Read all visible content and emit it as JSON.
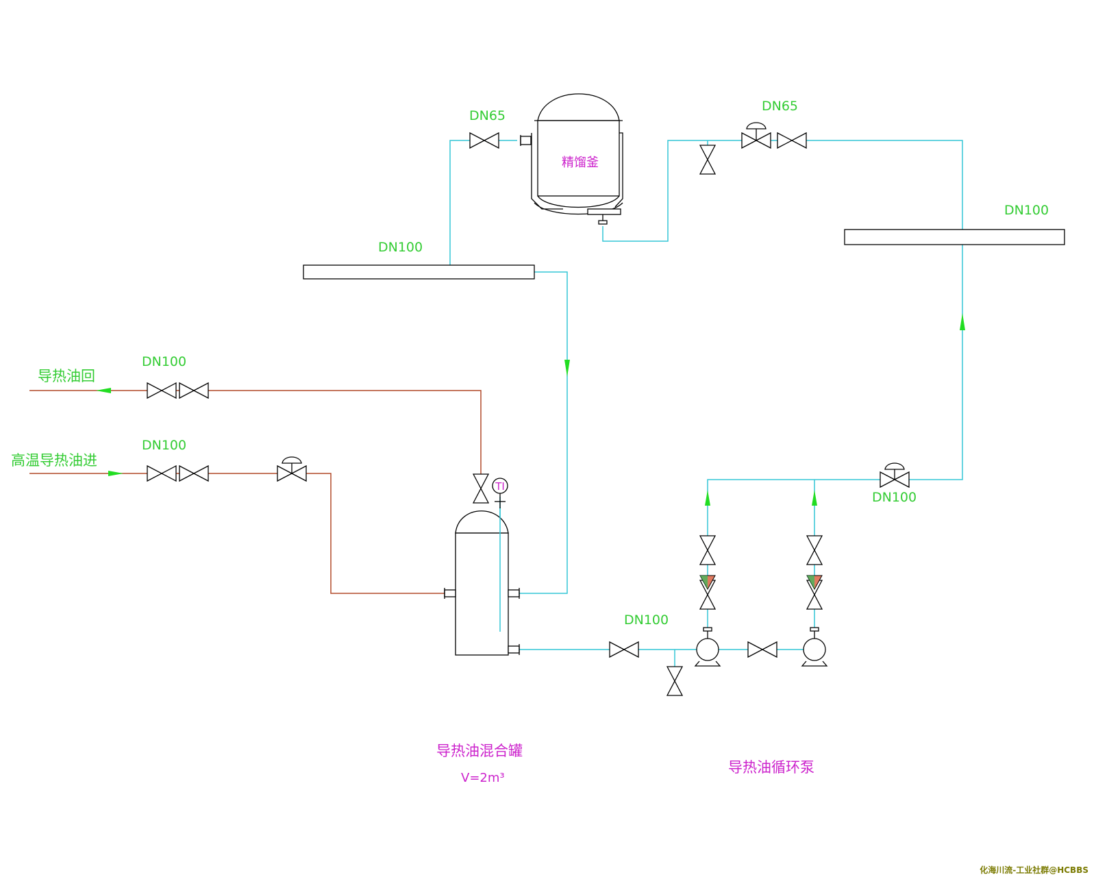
{
  "labels": {
    "dn65_left": "DN65",
    "dn65_right": "DN65",
    "dn100_header_left": "DN100",
    "dn100_header_right": "DN100",
    "dn100_return": "DN100",
    "dn100_supply": "DN100",
    "dn100_pump_outlet": "DN100",
    "dn100_tank_outlet": "DN100",
    "still_name": "精馏釜",
    "return_line": "导热油回",
    "supply_line": "高温导热油进",
    "tank_name": "导热油混合罐",
    "tank_volume": "V=2m³",
    "pump_name": "导热油循环泵",
    "instrument_tag": "TI",
    "credit": "化海川流-工业社群@HCBBS"
  },
  "colors": {
    "process_pipe": "#33c6d6",
    "heating_pipe": "#b24a2a",
    "label_green": "#33cc33",
    "label_magenta": "#cc22cc",
    "flow_arrow": "#22dd22",
    "strainer_fill": "#e07a5f"
  }
}
